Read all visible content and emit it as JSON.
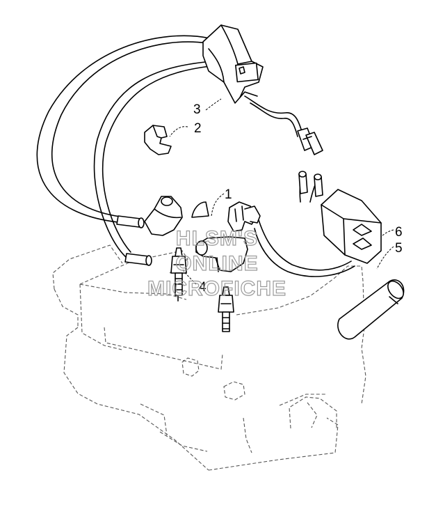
{
  "diagram": {
    "callouts": [
      {
        "id": "1",
        "label": "1"
      },
      {
        "id": "2",
        "label": "2"
      },
      {
        "id": "3",
        "label": "3"
      },
      {
        "id": "4",
        "label": "4"
      },
      {
        "id": "5",
        "label": "5"
      },
      {
        "id": "6",
        "label": "6"
      }
    ]
  },
  "watermark": {
    "line1": "HLSM'S",
    "line2": "ONLINE",
    "line3": "MICROFICHE"
  },
  "colors": {
    "line": "#000000",
    "engine_outline": "#555555",
    "watermark": "#9a9a9a",
    "background": "#ffffff"
  }
}
